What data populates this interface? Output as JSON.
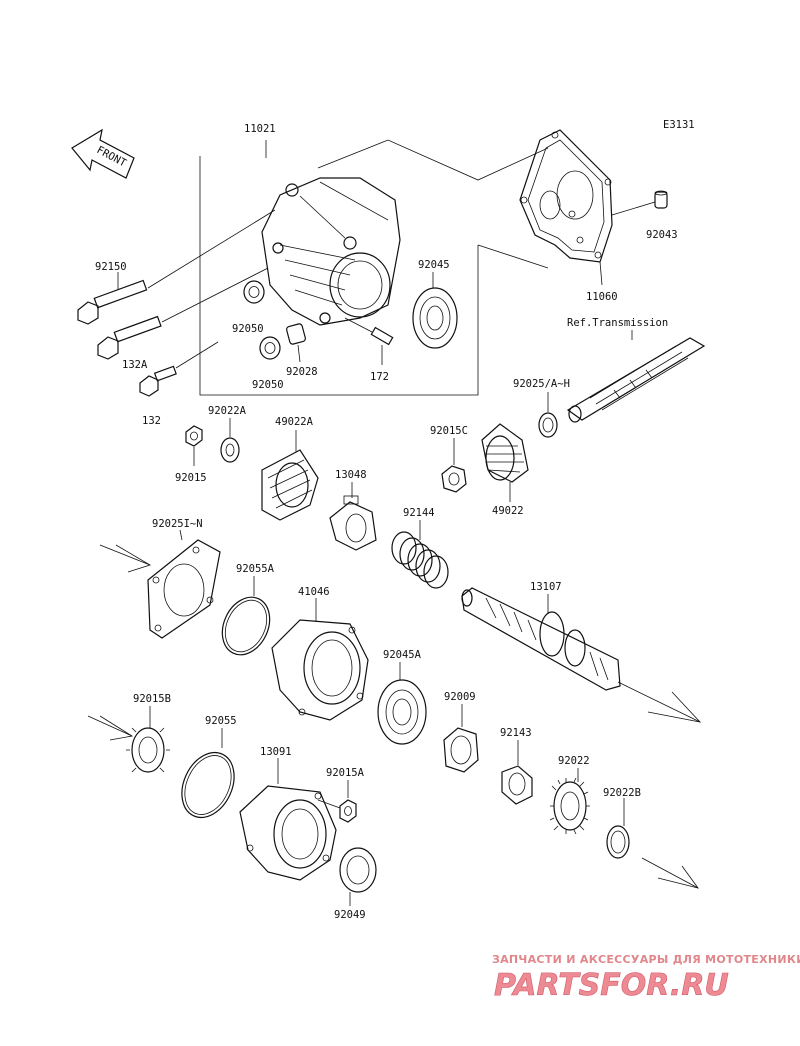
{
  "diagram_code": "E3131",
  "front_arrow_text": "FRONT",
  "ref_text": "Ref.Transmission",
  "labels": {
    "p11021": "11021",
    "p92150": "92150",
    "p132A": "132A",
    "p132": "132",
    "p92050a": "92050",
    "p92050b": "92050",
    "p92028": "92028",
    "p172": "172",
    "p92045": "92045",
    "p11060": "11060",
    "p92043": "92043",
    "p92022A": "92022A",
    "p49022A": "49022A",
    "p92015": "92015",
    "p92015C": "92015C",
    "p49022": "49022",
    "p92025AH": "92025/A~H",
    "p13048": "13048",
    "p92144": "92144",
    "p92025IN": "92025I~N",
    "p92055A": "92055A",
    "p41046": "41046",
    "p13107": "13107",
    "p92045A": "92045A",
    "p92009": "92009",
    "p92015B": "92015B",
    "p92055": "92055",
    "p13091": "13091",
    "p92015A": "92015A",
    "p92143": "92143",
    "p92022": "92022",
    "p92022B": "92022B",
    "p92049": "92049"
  },
  "watermark": {
    "line1": "ЗАПЧАСТИ И АКСЕССУАРЫ ДЛЯ МОТОТЕХНИКИ",
    "line2": "PARTSFOR.RU"
  }
}
